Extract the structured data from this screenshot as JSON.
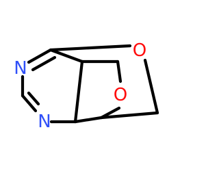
{
  "molecule": {
    "atoms": {
      "n_upper": {
        "symbol": "N"
      },
      "n_lower": {
        "symbol": "N"
      },
      "o_upper": {
        "symbol": "O"
      },
      "o_lower": {
        "symbol": "O"
      }
    },
    "colors": {
      "nitrogen": "#3050F8",
      "oxygen": "#FF0D0D",
      "bond": "#000000",
      "background": "#ffffff"
    }
  }
}
